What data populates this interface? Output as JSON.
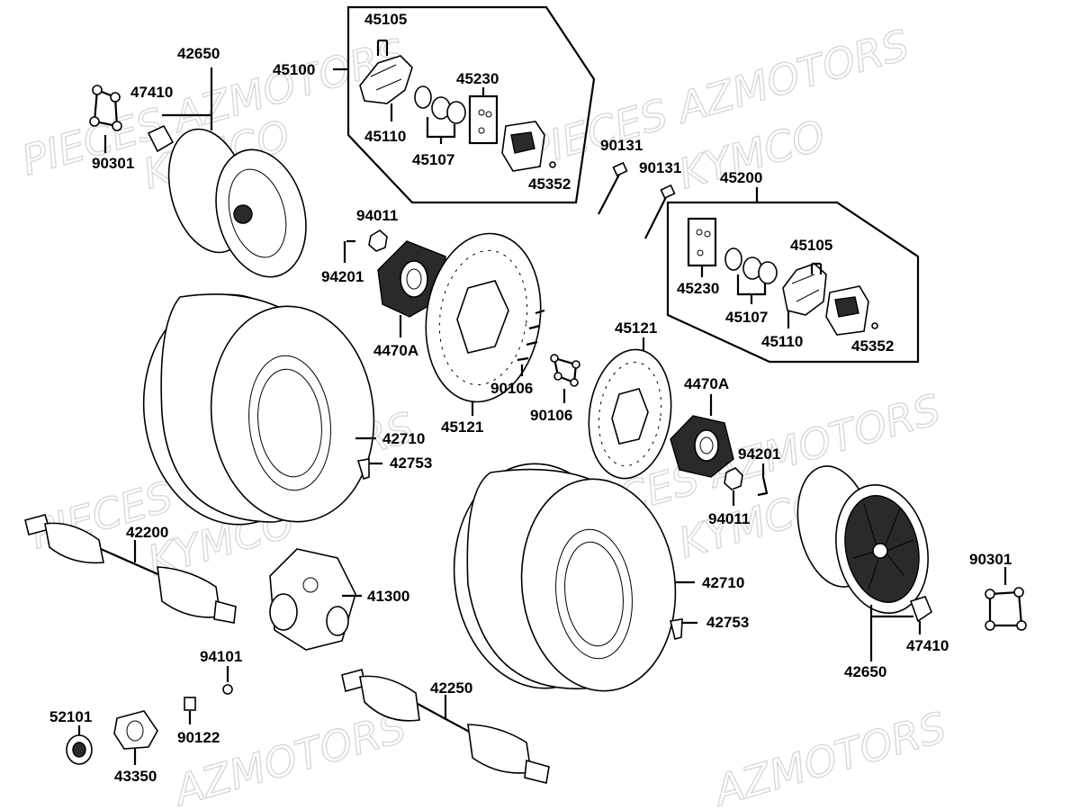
{
  "watermarks": {
    "w1": "PIECES AZMOTORS",
    "w2": "KYMCO",
    "w3": "PIECES AZMOTORS",
    "w4": "KYMCO",
    "w5": "PIECES AZMOTORS",
    "w6": "KYMCO",
    "w7": "PIECES AZMOTORS",
    "w8": "KYMCO",
    "w9": "AZMOTORS",
    "w10": "AZMOTORS"
  },
  "parts": {
    "p42650a": "42650",
    "p47410a": "47410",
    "p90301a": "90301",
    "p45100": "45100",
    "p45105a": "45105",
    "p45110a": "45110",
    "p45107a": "45107",
    "p45230a": "45230",
    "p45352a": "45352",
    "p90131a": "90131",
    "p90131b": "90131",
    "p45200": "45200",
    "p45105b": "45105",
    "p45230b": "45230",
    "p45107b": "45107",
    "p45110b": "45110",
    "p45352b": "45352",
    "p94011a": "94011",
    "p94201a": "94201",
    "p4470Aa": "4470A",
    "p45121a": "45121",
    "p90106a": "90106",
    "p45121b": "45121",
    "p90106b": "90106",
    "p4470Ab": "4470A",
    "p94201b": "94201",
    "p94011b": "94011",
    "p42710a": "42710",
    "p42753a": "42753",
    "p42200": "42200",
    "p41300": "41300",
    "p94101": "94101",
    "p90122": "90122",
    "p52101": "52101",
    "p43350": "43350",
    "p42250": "42250",
    "p42710b": "42710",
    "p42753b": "42753",
    "p42650b": "42650",
    "p47410b": "47410",
    "p90301b": "90301"
  }
}
